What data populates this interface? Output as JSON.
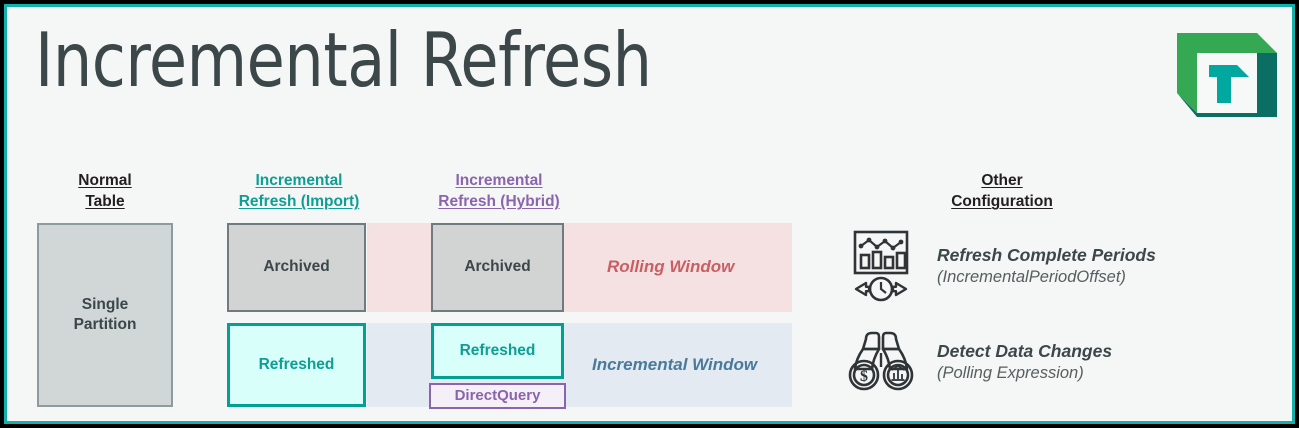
{
  "frame": {
    "outer_border_color": "#000000",
    "inner_border_color": "#12b1ac",
    "background_color": "#f5f6f6"
  },
  "title": "Incremental Refresh",
  "logo": {
    "name": "t-logo",
    "letter": "T",
    "green": "#34a853",
    "dark_teal": "#0b6e62",
    "accent": "#00a8a0",
    "inner": "#f7f8f8"
  },
  "columns": {
    "normal": {
      "heading_line1": "Normal",
      "heading_line2": "Table",
      "color": "#231f20",
      "partition": "Single\nPartition",
      "partition_line1": "Single",
      "partition_line2": "Partition"
    },
    "import": {
      "heading_line1": "Incremental",
      "heading_line2": "Refresh (Import)",
      "color": "#0e9e94",
      "archived": "Archived",
      "refreshed": "Refreshed"
    },
    "hybrid": {
      "heading_line1": "Incremental",
      "heading_line2": "Refresh (Hybrid)",
      "color": "#8a64ad",
      "archived": "Archived",
      "refreshed": "Refreshed",
      "directquery": "DirectQuery"
    },
    "other": {
      "heading_line1": "Other",
      "heading_line2": "Configuration",
      "color": "#231f20"
    }
  },
  "bands": {
    "rolling": {
      "label": "Rolling Window",
      "fill": "#f5e1e1",
      "text_color": "#c95f63"
    },
    "incremental": {
      "label": "Incremental Window",
      "fill": "#e4eaf1",
      "text_color": "#4a7a9b"
    }
  },
  "config_items": [
    {
      "icon": "chart-clock-arrows-icon",
      "title": "Refresh  Complete Periods",
      "subtitle": "(IncrementalPeriodOffset)"
    },
    {
      "icon": "binoculars-icon",
      "title": "Detect Data Changes",
      "subtitle": "(Polling Expression)"
    }
  ]
}
